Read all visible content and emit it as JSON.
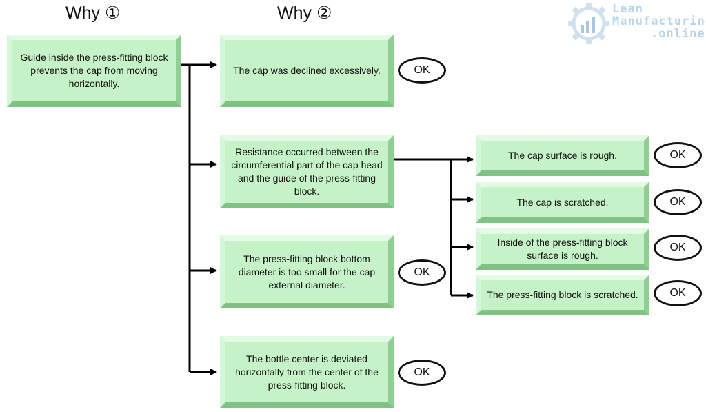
{
  "headings": {
    "why1": "Why ①",
    "why2": "Why ②"
  },
  "root": {
    "text": "Guide inside the press-fitting block prevents the cap from moving horizontally."
  },
  "why2_items": [
    {
      "text": "The cap was declined excessively.",
      "status": "OK"
    },
    {
      "text": "Resistance occurred between the circumferential part of the cap head and the guide of the press-fitting block.",
      "status": ""
    },
    {
      "text": "The press-fitting block bottom diameter is too small for the cap external diameter.",
      "status": "OK"
    },
    {
      "text": "The bottle center is deviated horizontally from the center of the press-fitting block.",
      "status": "OK"
    }
  ],
  "why3_items": [
    {
      "text": "The cap surface is rough.",
      "status": "OK"
    },
    {
      "text": "The cap is scratched.",
      "status": "OK"
    },
    {
      "text": "Inside of the press-fitting block surface is rough.",
      "status": "OK"
    },
    {
      "text": "The press-fitting block is scratched.",
      "status": "OK"
    }
  ],
  "logo": {
    "line1": "Lean",
    "line2": "Manufacturing",
    "line3": ".online"
  },
  "colors": {
    "box_fill": "#c6f2c8",
    "line": "#000000",
    "logo": "#b9d4ea"
  }
}
